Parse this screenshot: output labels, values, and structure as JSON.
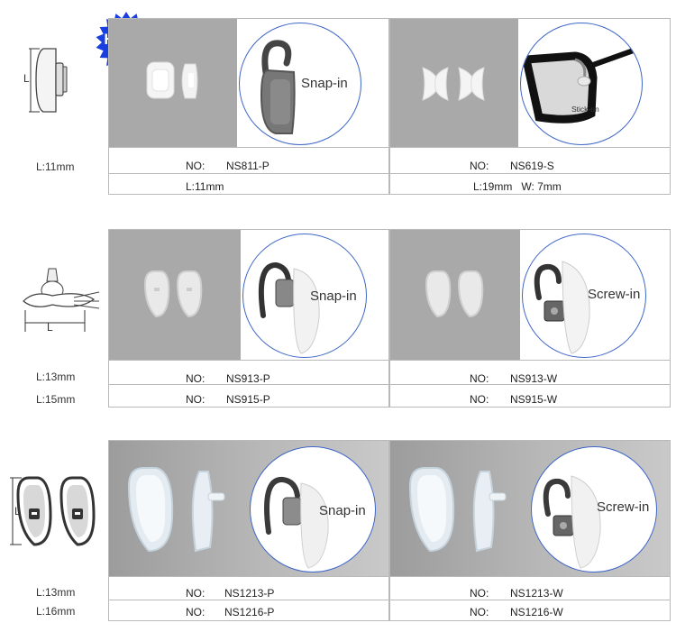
{
  "badge": "HERE",
  "sections": [
    {
      "diagram_label": "L",
      "lengths": [
        "L:11mm"
      ],
      "panels": [
        {
          "inset_label": "Snap-in",
          "no_prefix": "NO:",
          "codes": [
            "NS811-P"
          ],
          "spec": "L:11mm"
        },
        {
          "inset_label": "Stick-on",
          "no_prefix": "NO:",
          "codes": [
            "NS619-S"
          ],
          "spec": "L:19mm   W: 7mm"
        }
      ]
    },
    {
      "diagram_label": "L",
      "lengths": [
        "L:13mm",
        "L:15mm"
      ],
      "panels": [
        {
          "inset_label": "Snap-in",
          "no_prefix": "NO:",
          "codes": [
            "NS913-P",
            "NS915-P"
          ]
        },
        {
          "inset_label": "Screw-in",
          "no_prefix": "NO:",
          "codes": [
            "NS913-W",
            "NS915-W"
          ]
        }
      ]
    },
    {
      "diagram_label": "L",
      "lengths": [
        "L:13mm",
        "L:16mm"
      ],
      "panels": [
        {
          "inset_label": "Snap-in",
          "no_prefix": "NO:",
          "codes": [
            "NS1213-P",
            "NS1216-P"
          ]
        },
        {
          "inset_label": "Screw-in",
          "no_prefix": "NO:",
          "codes": [
            "NS1213-W",
            "NS1216-W"
          ]
        }
      ]
    }
  ],
  "colors": {
    "badge": "#1a3fe0",
    "inset_border": "#3f66c8",
    "photo_grey": "#a9a9a9",
    "border": "#b9b9b9"
  }
}
